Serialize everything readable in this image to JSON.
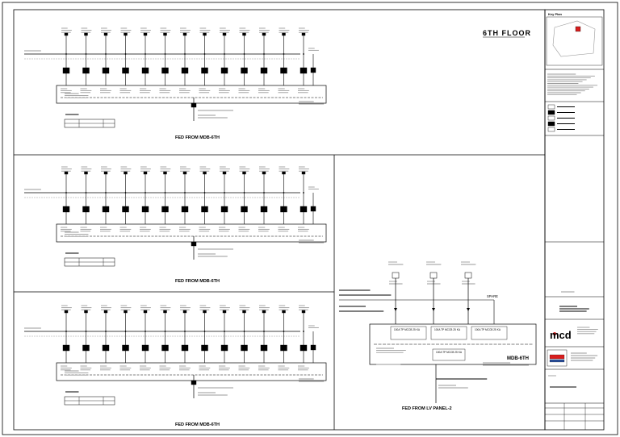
{
  "sheet": {
    "floor_title": "6TH FLOOR",
    "key_plan_label": "Key Plan",
    "logo_text": "mcd",
    "colors": {
      "line": "#000000",
      "accent": "#d81e1e",
      "blue": "#2a4f9a",
      "faint": "#9a9a9a"
    }
  },
  "panels": [
    {
      "caption": "FED FROM MDB-6TH",
      "schedule_title": "ELC SB-6TH(A)"
    },
    {
      "caption": "FED FROM MDB-6TH",
      "schedule_title": "ELC SB-6TH(B)"
    },
    {
      "caption": "FED FROM MDB-6TH",
      "schedule_title": "ELC SB-6TH(C)"
    }
  ],
  "mdb": {
    "caption": "FED FROM LV PANEL-2",
    "board_name": "MDB-6TH",
    "spare_label": "SPARE",
    "breaker_labels": [
      "100A TP MCCB 25 KA",
      "100A TP MCCB 25 KA",
      "100A TP MCCB 25 KA",
      "100A TP MCCB 25 KA"
    ]
  }
}
